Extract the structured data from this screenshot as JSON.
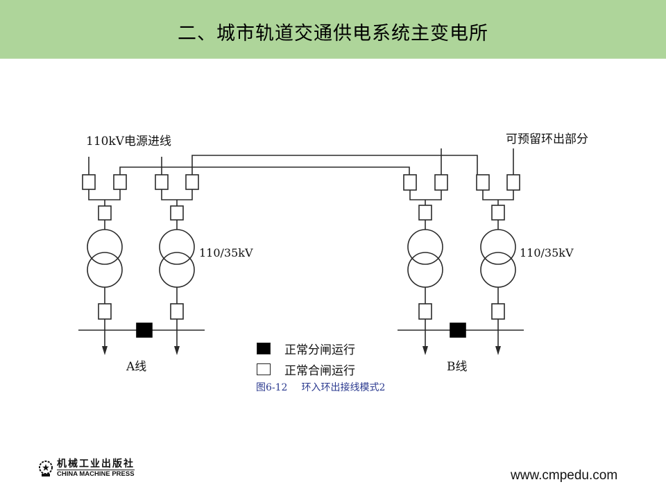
{
  "header": {
    "title": "二、城市轨道交通供电系统主变电所",
    "background": "#aed59a"
  },
  "diagram": {
    "incoming_label": "110kV电源进线",
    "reserved_label": "可预留环出部分",
    "transformer_rating_left": "110/35kV",
    "transformer_rating_right": "110/35kV",
    "line_a_label": "A线",
    "line_b_label": "B线",
    "legend": [
      {
        "symbol": "filled-square",
        "label": "正常分闸运行",
        "state": "open"
      },
      {
        "symbol": "empty-square",
        "label": "正常合闸运行",
        "state": "closed"
      }
    ],
    "caption_number": "图6-12",
    "caption_title": "环入环出接线模式2",
    "caption_color": "#2b3a8f"
  },
  "footer": {
    "publisher_cn": "机械工业出版社",
    "publisher_en": "CHINA MACHINE PRESS",
    "url": "www.cmpedu.com"
  }
}
